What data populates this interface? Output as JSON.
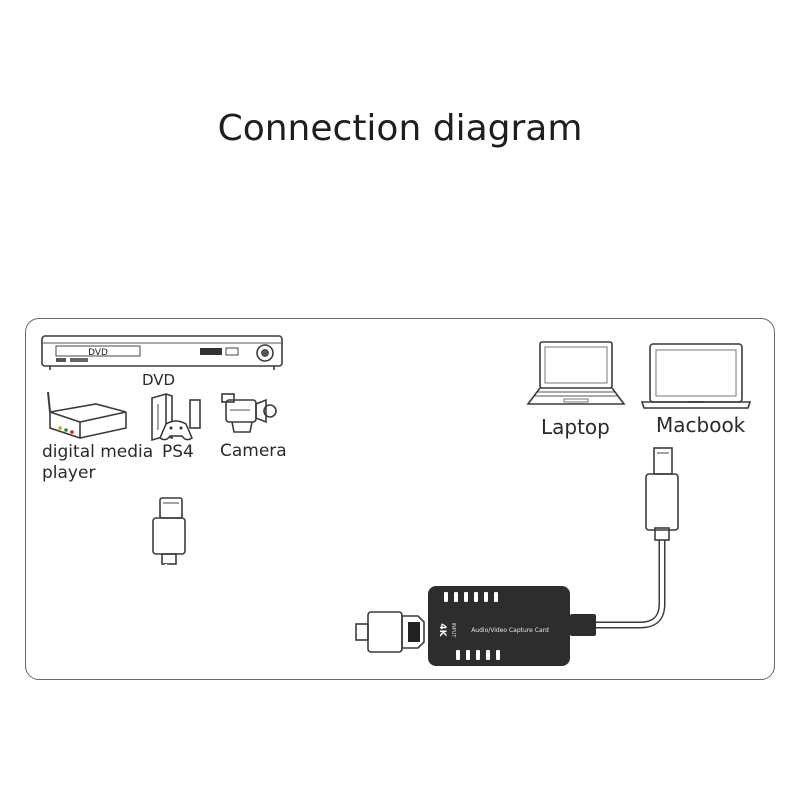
{
  "title": "Connection diagram",
  "sources": {
    "dvd": {
      "label": "DVD",
      "panel_text": "DVD"
    },
    "media_player": {
      "label_line1": "digital media",
      "label_line2": "player"
    },
    "ps4": {
      "label": "PS4"
    },
    "camera": {
      "label": "Camera"
    }
  },
  "targets": {
    "laptop": {
      "label": "Laptop"
    },
    "macbook": {
      "label": "Macbook"
    }
  },
  "capture_card": {
    "label": "Audio/Video Capture Card",
    "badge": "4K",
    "port_text": "INPUT"
  }
}
